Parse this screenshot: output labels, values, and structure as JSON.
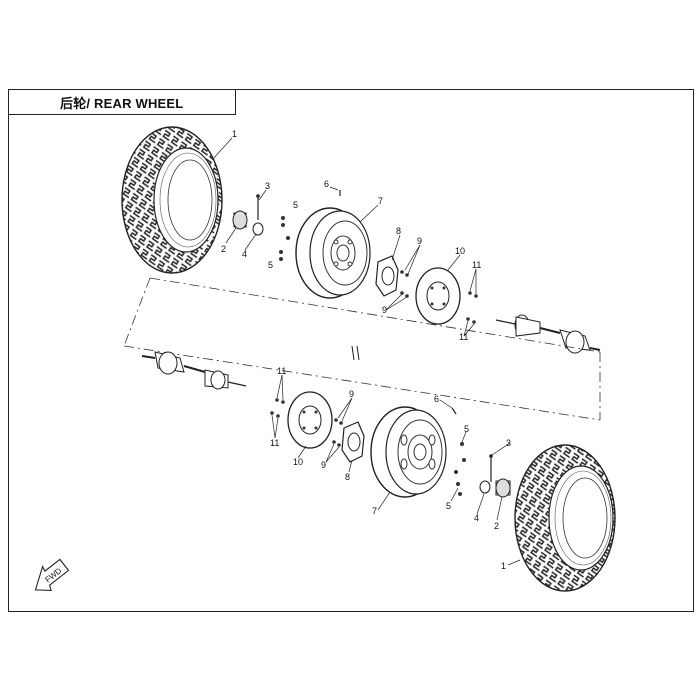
{
  "header": {
    "title": "后轮/ REAR WHEEL"
  },
  "fwd_label": "FWD",
  "callouts": {
    "upper": [
      "1",
      "2",
      "3",
      "4",
      "5",
      "5",
      "6",
      "7",
      "8",
      "9",
      "9",
      "10",
      "11",
      "11"
    ],
    "lower": [
      "1",
      "2",
      "3",
      "4",
      "5",
      "5",
      "6",
      "7",
      "8",
      "9",
      "9",
      "10",
      "11",
      "11"
    ]
  }
}
